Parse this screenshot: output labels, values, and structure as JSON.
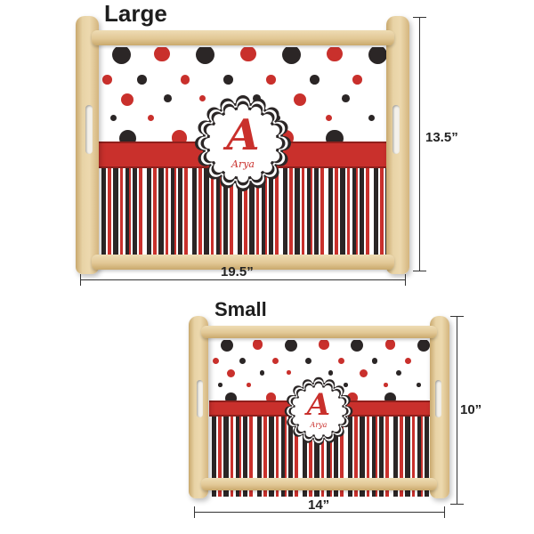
{
  "colors": {
    "red": "#c9302c",
    "dark": "#2b2626",
    "white": "#ffffff",
    "wood": "#e6cf9f"
  },
  "trays": [
    {
      "id": "large",
      "label": "Large",
      "width_dim": "19.5”",
      "height_dim": "13.5”",
      "monogram": {
        "letter": "A",
        "name": "Arya"
      }
    },
    {
      "id": "small",
      "label": "Small",
      "width_dim": "14”",
      "height_dim": "10”",
      "monogram": {
        "letter": "A",
        "name": "Arya"
      }
    }
  ]
}
